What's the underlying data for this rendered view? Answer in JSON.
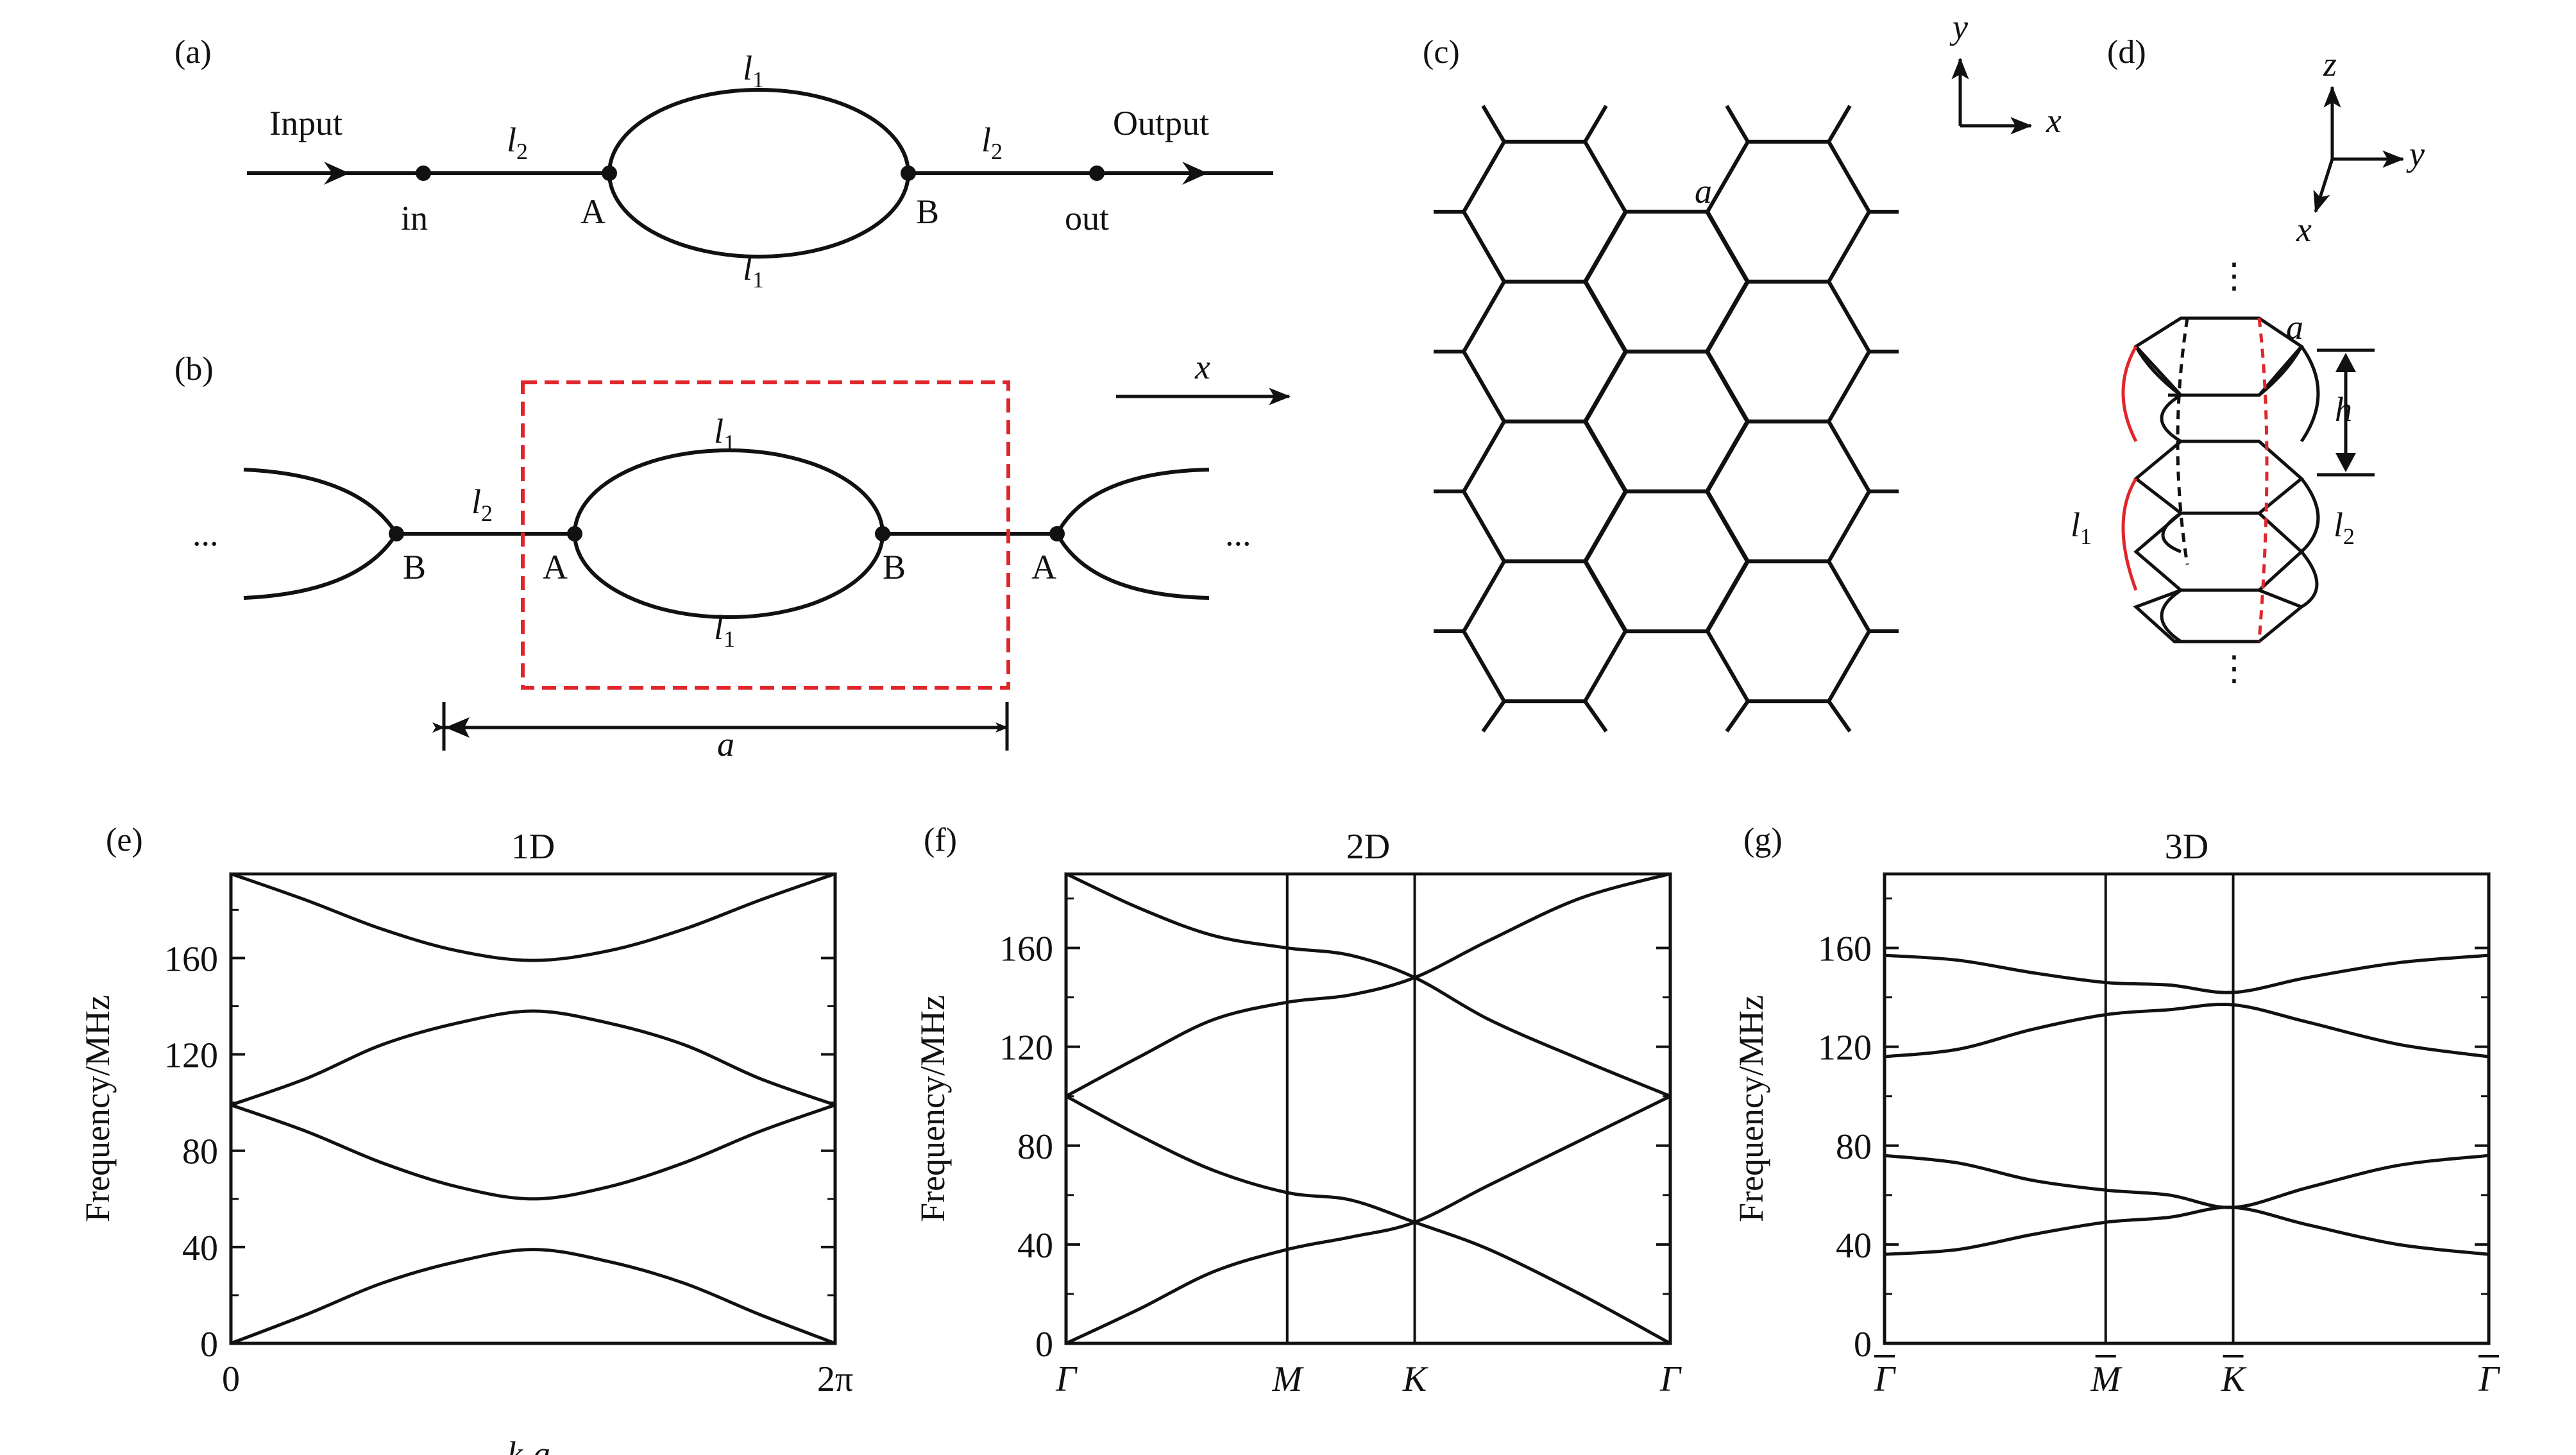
{
  "panel_labels": [
    "(a)",
    "(b)",
    "(c)",
    "(d)",
    "(e)",
    "(f)",
    "(g)"
  ],
  "panel_a": {
    "input_label": "Input",
    "output_label": "Output",
    "node_in": "in",
    "node_out": "out",
    "node_A": "A",
    "node_B": "B",
    "arm_label_left": "l",
    "arm_label_left_sub": "2",
    "arm_label_right": "l",
    "arm_label_right_sub": "2",
    "arc_top": "l",
    "arc_top_sub": "1",
    "arc_bottom": "l",
    "arc_bottom_sub": "1"
  },
  "panel_b": {
    "ellipsis_left": "...",
    "ellipsis_right": "...",
    "node_B1": "B",
    "node_A1": "A",
    "node_B2": "B",
    "node_A2": "A",
    "arm": "l",
    "arm_sub": "2",
    "arc_top": "l",
    "arc_top_sub": "1",
    "arc_bottom": "l",
    "arc_bottom_sub": "1",
    "lattice_constant": "a",
    "axis_x": "x"
  },
  "panel_c": {
    "axis_y": "y",
    "axis_x": "x",
    "lattice_constant": "a"
  },
  "panel_d": {
    "axis_z": "z",
    "axis_y": "y",
    "axis_x": "x",
    "lattice_constant": "a",
    "height": "h",
    "l1": "l",
    "l1_sub": "1",
    "l2": "l",
    "l2_sub": "2",
    "dots_top": "⋮",
    "dots_bottom": "⋮"
  },
  "colors": {
    "line": "#111111",
    "highlight": "#e0262b"
  },
  "chart_data": [
    {
      "type": "line",
      "title": "1D",
      "ylabel": "Frequency/MHz",
      "xlabel_main": "k",
      "xlabel_sub": "x",
      "xlabel_tail": "a",
      "x_tick_labels": [
        "0",
        "2π"
      ],
      "y_tick_labels": [
        "0",
        "40",
        "80",
        "120",
        "160"
      ],
      "y_ticks": [
        0,
        40,
        80,
        120,
        160
      ],
      "ylim": [
        0,
        195
      ],
      "x": [
        0,
        0.125,
        0.25,
        0.375,
        0.5,
        0.625,
        0.75,
        0.875,
        1
      ],
      "series": [
        {
          "values": [
            0,
            12,
            25,
            34,
            39,
            34,
            25,
            12,
            0
          ]
        },
        {
          "values": [
            99,
            88,
            75,
            65,
            60,
            65,
            75,
            88,
            99
          ]
        },
        {
          "values": [
            99,
            110,
            124,
            133,
            138,
            133,
            124,
            110,
            99
          ]
        },
        {
          "values": [
            195,
            184,
            172,
            163,
            159,
            163,
            172,
            184,
            195
          ]
        }
      ]
    },
    {
      "type": "line",
      "title": "2D",
      "ylabel": "Frequency/MHz",
      "x_tick_labels": [
        "Γ",
        "M",
        "K",
        "Γ"
      ],
      "x_tick_positions": [
        0,
        0.366,
        0.577,
        1
      ],
      "y_tick_labels": [
        "0",
        "40",
        "80",
        "120",
        "160"
      ],
      "y_ticks": [
        0,
        40,
        80,
        120,
        160
      ],
      "ylim": [
        0,
        190
      ],
      "x": [
        0,
        0.122,
        0.244,
        0.366,
        0.471,
        0.577,
        0.7,
        0.85,
        1
      ],
      "series": [
        {
          "values": [
            0,
            14,
            29,
            38,
            43,
            49,
            64,
            82,
            100
          ]
        },
        {
          "values": [
            100,
            84,
            70,
            61,
            58,
            49,
            38,
            20,
            0
          ]
        },
        {
          "values": [
            100,
            116,
            131,
            138,
            141,
            148,
            163,
            180,
            195
          ]
        },
        {
          "values": [
            195,
            176,
            165,
            160,
            157,
            148,
            131,
            115,
            100
          ]
        }
      ]
    },
    {
      "type": "line",
      "title": "3D",
      "ylabel": "Frequency/MHz",
      "x_tick_labels": [
        "Γ",
        "M",
        "K",
        "Γ"
      ],
      "x_tick_positions": [
        0,
        0.366,
        0.577,
        1
      ],
      "y_tick_labels": [
        "0",
        "40",
        "80",
        "120",
        "160"
      ],
      "y_ticks": [
        0,
        40,
        80,
        120,
        160
      ],
      "ylim": [
        0,
        190
      ],
      "x": [
        0,
        0.122,
        0.244,
        0.366,
        0.471,
        0.577,
        0.7,
        0.85,
        1
      ],
      "series": [
        {
          "values": [
            36,
            38,
            44,
            49,
            51,
            55,
            48,
            40,
            36
          ]
        },
        {
          "values": [
            76,
            73,
            66,
            62,
            60,
            55,
            63,
            72,
            76
          ]
        },
        {
          "values": [
            116,
            119,
            127,
            133,
            135,
            137,
            130,
            121,
            116
          ]
        },
        {
          "values": [
            157,
            155,
            150,
            146,
            145,
            142,
            148,
            154,
            157
          ]
        }
      ]
    }
  ]
}
